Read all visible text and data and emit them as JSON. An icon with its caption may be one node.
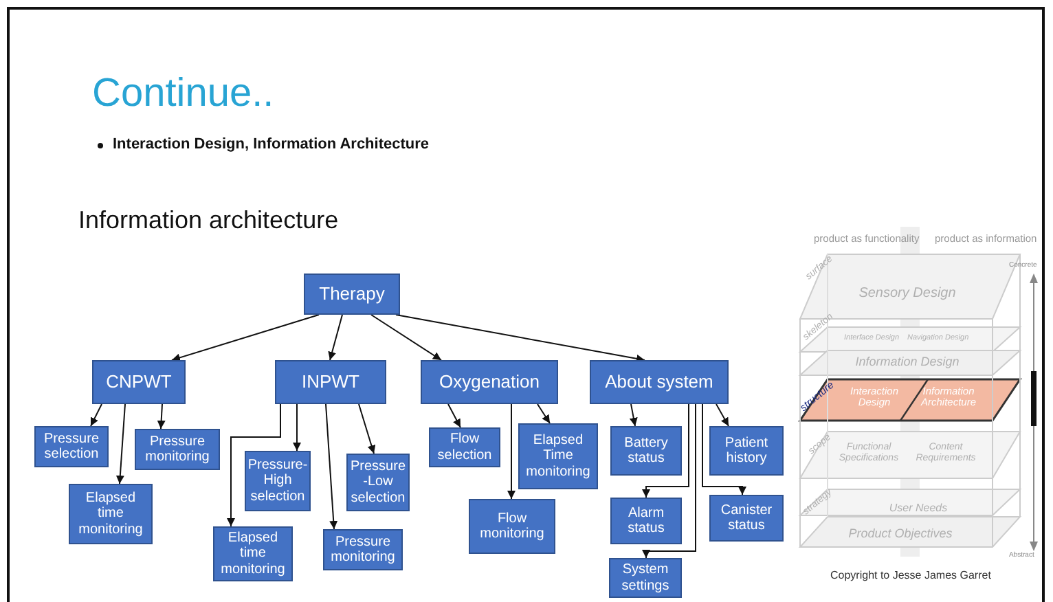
{
  "diagram": {
    "title": "Continue..",
    "nodes": [
      {
        "text": [
          "Therapy"
        ]
      },
      {
        "text": [
          "CNPWT"
        ]
      },
      {
        "text": [
          "INPWT"
        ]
      },
      {
        "text": [
          "Oxygenation"
        ]
      },
      {
        "text": [
          "About system"
        ]
      },
      {
        "text": [
          "Pressure selection"
        ]
      },
      {
        "text": [
          "Pressure monitoring"
        ]
      },
      {
        "text": [
          "Elapsed time monitoring"
        ]
      },
      {
        "text": [
          "Pressure- High selection"
        ]
      },
      {
        "text": [
          "Pressure -Low selection"
        ]
      },
      {
        "text": [
          "Elapsed time monitoring"
        ]
      },
      {
        "text": [
          "Pressure monitoring"
        ]
      },
      {
        "text": [
          "Flow selection"
        ]
      },
      {
        "text": [
          "Elapsed Time monitoring"
        ]
      },
      {
        "text": [
          "Flow monitoring"
        ]
      },
      {
        "text": [
          "Battery status"
        ]
      },
      {
        "text": [
          "Patient history"
        ]
      },
      {
        "text": [
          "Alarm status"
        ]
      },
      {
        "text": [
          "Canister status"
        ]
      },
      {
        "text": [
          "System settings"
        ]
      }
    ],
    "edges": [
      {
        "from": 0,
        "to": 1,
        "arrow": "to"
      },
      {
        "from": 0,
        "to": 2,
        "arrow": "to"
      },
      {
        "from": 0,
        "to": 3,
        "arrow": "to"
      },
      {
        "from": 0,
        "to": 4,
        "arrow": "to"
      },
      {
        "from": 1,
        "to": 5,
        "arrow": "to"
      },
      {
        "from": 1,
        "to": 7,
        "arrow": "to"
      },
      {
        "from": 1,
        "to": 6,
        "arrow": "to"
      },
      {
        "from": 2,
        "to": 10,
        "arrow": "to"
      },
      {
        "from": 2,
        "to": 8,
        "arrow": "to"
      },
      {
        "from": 2,
        "to": 11,
        "arrow": "to"
      },
      {
        "from": 2,
        "to": 9,
        "arrow": "to"
      },
      {
        "from": 3,
        "to": 12,
        "arrow": "to"
      },
      {
        "from": 3,
        "to": 14,
        "arrow": "to"
      },
      {
        "from": 3,
        "to": 13,
        "arrow": "to"
      },
      {
        "from": 4,
        "to": 15,
        "arrow": "to"
      },
      {
        "from": 4,
        "to": 19,
        "arrow": "to"
      },
      {
        "from": 4,
        "to": 17,
        "arrow": "to"
      },
      {
        "from": 4,
        "to": 18,
        "arrow": "to"
      },
      {
        "from": 4,
        "to": 16,
        "arrow": "to"
      }
    ],
    "labels": [
      "Interaction Design, Information Architecture",
      "Information architecture",
      "product as functionality",
      "product as information",
      "surface",
      "Sensory Design",
      "skeleton",
      "Interface Design",
      "Navigation Design",
      "Information Design",
      "structure",
      "Interaction Design",
      "Information Architecture",
      "scope",
      "Functional Specifications",
      "Content Requirements",
      "strategy",
      "User Needs",
      "Product Objectives",
      "Concrete",
      "Abstract",
      "Copyright to Jesse James Garret"
    ]
  }
}
